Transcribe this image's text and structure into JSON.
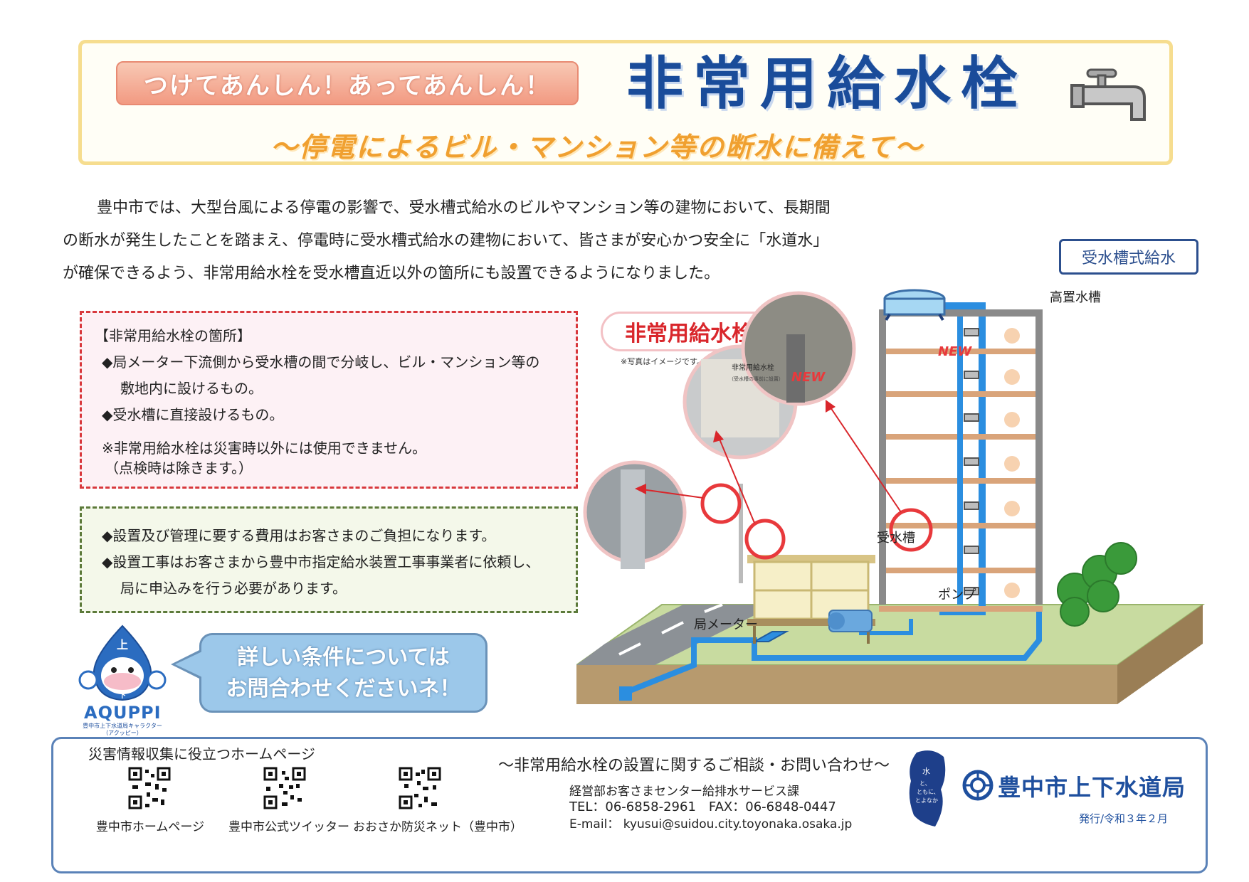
{
  "header": {
    "slogan": "つけてあんしん！あってあんしん！",
    "title": "非常用給水栓",
    "subtitle": "～停電によるビル・マンション等の断水に備えて～"
  },
  "intro": {
    "line1": "豊中市では、大型台風による停電の影響で、受水槽式給水のビルやマンション等の建物において、長期間",
    "line2": "の断水が発生したことを踏まえ、停電時に受水槽式給水の建物において、皆さまが安心かつ安全に「水道水」",
    "line3": "が確保できるよう、非常用給水栓を受水槽直近以外の箇所にも設置できるようになりました。"
  },
  "location_box": {
    "heading": "【非常用給水栓の箇所】",
    "item1_a": "◆局メーター下流側から受水槽の間で分岐し、ビル・マンション等の",
    "item1_b": "敷地内に設けるもの。",
    "item2": "◆受水槽に直接設けるもの。",
    "note_a": "※非常用給水栓は災害時以外には使用できません。",
    "note_b": "（点検時は除きます。）"
  },
  "cost_box": {
    "item1": "◆設置及び管理に要する費用はお客さまのご負担になります。",
    "item2_a": "◆設置工事はお客さまから豊中市指定給水装置工事事業者に依頼し、",
    "item2_b": "局に申込みを行う必要があります。"
  },
  "bubble": {
    "line1": "詳しい条件については",
    "line2": "お問合わせくださいネ！"
  },
  "mascot": {
    "name": "AQUPPI",
    "caption_a": "豊中市上下水道局キャラクター",
    "caption_b": "（アクッピー）",
    "head_mark": "上",
    "belly_mark": "下"
  },
  "diagram": {
    "system_label": "受水槽式給水",
    "hydrant_label": "非常用給水栓",
    "photo_note": "※写真はイメージです。",
    "new1": "NEW",
    "new2": "NEW",
    "elevated_tank": "高置水槽",
    "receiving_tank": "受水槽",
    "pump": "ポンプ",
    "meter": "局メーター",
    "sign_text": "非常用給水栓",
    "sign_sub": "（受水槽の事前に設置）"
  },
  "footer": {
    "disaster_title": "災害情報収集に役立つホームページ",
    "qr1_label": "豊中市ホームページ",
    "qr2_label": "豊中市公式ツイッター",
    "qr3_label": "おおさか防災ネット（豊中市）",
    "contact_title": "～非常用給水栓の設置に関するご相談・お問い合わせ～",
    "contact_dept": "経営部お客さまセンター給排水サービス課",
    "contact_tel": "TEL：06-6858-2961　FAX：06-6848-0447",
    "contact_email": "E-mail：  kyusui@suidou.city.toyonaka.osaka.jp",
    "bureau_name": "豊中市上下水道局",
    "issue_date": "発行/令和３年２月",
    "map_text_a": "水",
    "map_text_b": "と、",
    "map_text_c": "ともに、",
    "map_text_d": "とよなか"
  },
  "colors": {
    "title_blue": "#1a4c9a",
    "subtitle_orange": "#f0a030",
    "alert_red": "#d9262b",
    "pipe_blue": "#2b8ee0",
    "frame_yellow": "#f6dd8f"
  }
}
